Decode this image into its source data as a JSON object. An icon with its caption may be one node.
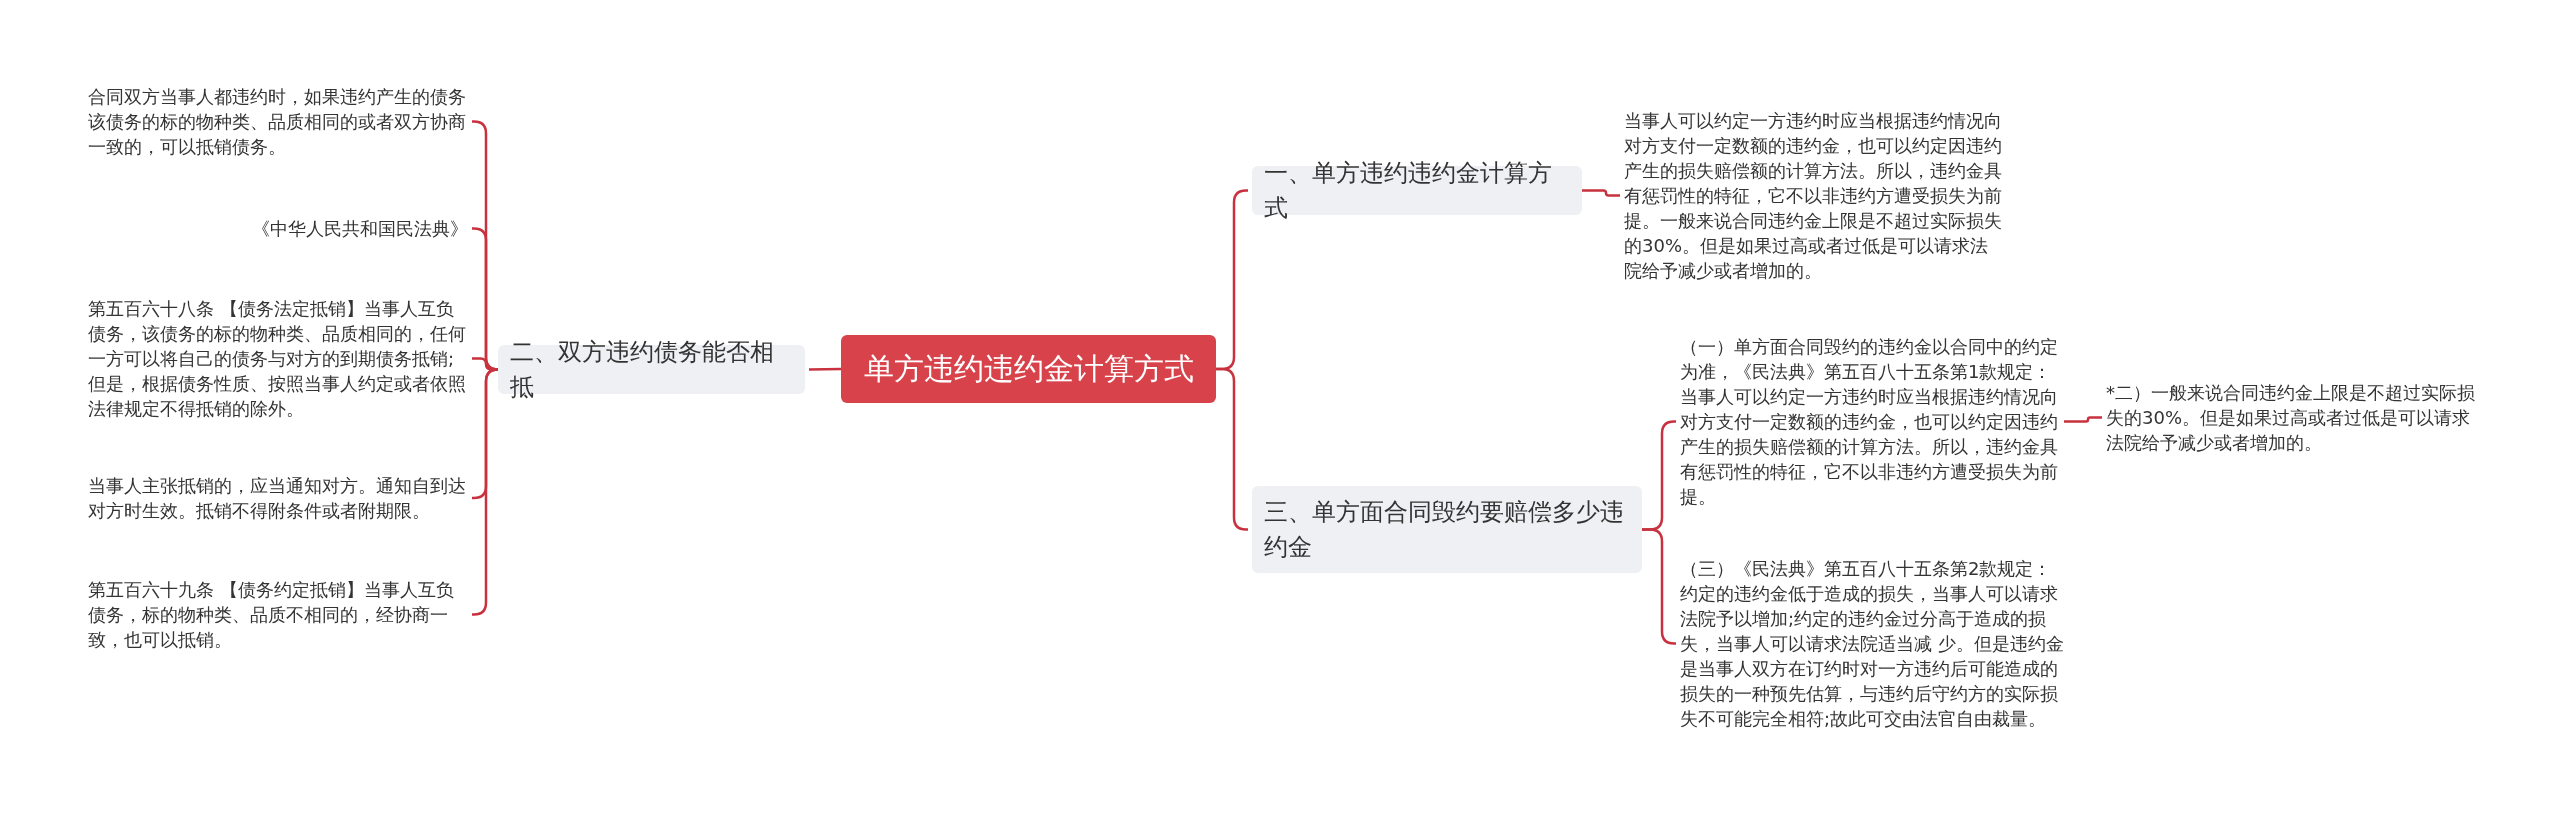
{
  "diagram": {
    "nodes": [
      {
        "text": [
          "单方违约违约金计算方式"
        ]
      },
      {
        "text": [
          "二、双方违约债务能否相抵"
        ]
      },
      {
        "text": [
          "合同双方当事人都违约时，如果违约产生的债务该债务的标的物种类、品质相同的或者双方协商一致的，可以抵销债务。"
        ]
      },
      {
        "text": [
          "《中华人民共和国民法典》"
        ]
      },
      {
        "text": [
          "第五百六十八条 【债务法定抵销】当事人互负债务，该债务的标的物种类、品质相同的，任何一方可以将自己的债务与对方的到期债务抵销;但是，根据债务性质、按照当事人约定或者依照法律规定不得抵销的除外。"
        ]
      },
      {
        "text": [
          "当事人主张抵销的，应当通知对方。通知自到达对方时生效。抵销不得附条件或者附期限。"
        ]
      },
      {
        "text": [
          "第五百六十九条 【债务约定抵销】当事人互负债务，标的物种类、品质不相同的，经协商一致，也可以抵销。"
        ]
      },
      {
        "text": [
          "一、单方违约违约金计算方式"
        ]
      },
      {
        "text": [
          "当事人可以约定一方违约时应当根据违约情况向对方支付一定数额的违约金，也可以约定因违约产生的损失赔偿额的计算方法。所以，违约金具有惩罚性的特征，它不以非违约方遭受损失为前提。一般来说合同违约金上限是不超过实际损失的30%。但是如果过高或者过低是可以请求法院给予减少或者增加的。"
        ]
      },
      {
        "text": [
          "三、单方面合同毁约要赔偿多少违约金"
        ]
      },
      {
        "text": [
          "（一）单方面合同毁约的违约金以合同中的约定为准，《民法典》第五百八十五条第1款规定：当事人可以约定一方违约时应当根据违约情况向对方支付一定数额的违约金，也可以约定因违约产生的损失赔偿额的计算方法。所以，违约金具有惩罚性的特征，它不以非违约方遭受损失为前提。"
        ]
      },
      {
        "text": [
          "*二）一般来说合同违约金上限是不超过实际损失的30%。但是如果过高或者过低是可以请求法院给予减少或者增加的。"
        ]
      },
      {
        "text": [
          "（三）《民法典》第五百八十五条第2款规定：约定的违约金低于造成的损失，当事人可以请求法院予以增加;约定的违约金过分高于造成的损失，当事人可以请求法院适当减 少。但是违约金是当事人双方在订约时对一方违约后可能造成的损失的一种预先估算，与违约后守约方的实际损失不可能完全相符;故此可交由法官自由裁量。"
        ]
      }
    ],
    "edges": [
      {
        "from": 0,
        "to": 1,
        "arrow": "none"
      },
      {
        "from": 1,
        "to": 2,
        "arrow": "none"
      },
      {
        "from": 1,
        "to": 3,
        "arrow": "none"
      },
      {
        "from": 1,
        "to": 4,
        "arrow": "none"
      },
      {
        "from": 1,
        "to": 5,
        "arrow": "none"
      },
      {
        "from": 1,
        "to": 6,
        "arrow": "none"
      },
      {
        "from": 0,
        "to": 7,
        "arrow": "none"
      },
      {
        "from": 7,
        "to": 8,
        "arrow": "none"
      },
      {
        "from": 0,
        "to": 9,
        "arrow": "none"
      },
      {
        "from": 9,
        "to": 10,
        "arrow": "none"
      },
      {
        "from": 10,
        "to": 11,
        "arrow": "none"
      },
      {
        "from": 9,
        "to": 12,
        "arrow": "none"
      }
    ]
  }
}
